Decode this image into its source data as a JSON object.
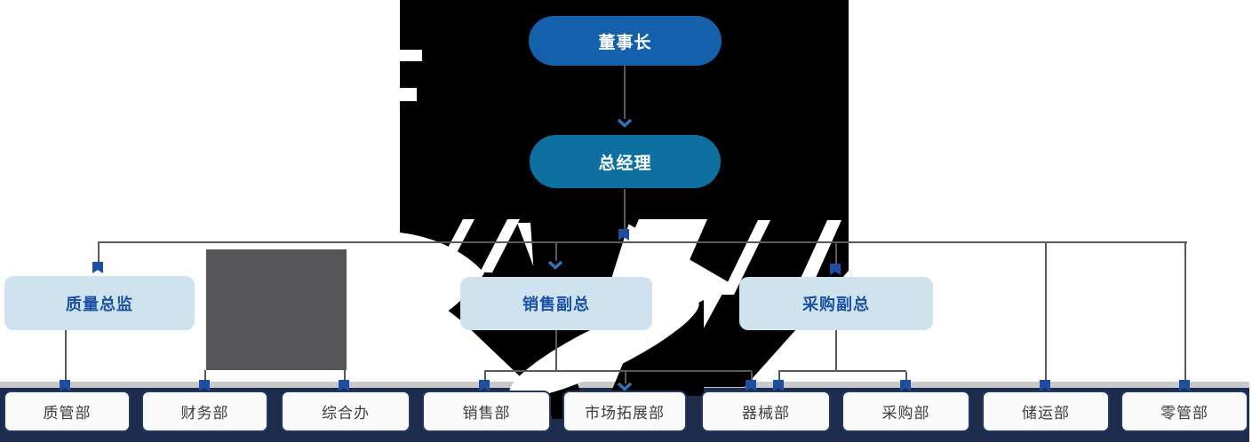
{
  "diagram": {
    "type": "org-chart",
    "nodes": {
      "chairman": {
        "label": "董事长"
      },
      "general_manager": {
        "label": "总经理"
      },
      "managers": [
        {
          "id": "quality_director",
          "label": "质量总监"
        },
        {
          "id": "sales_vp",
          "label": "销售副总"
        },
        {
          "id": "procurement_vp",
          "label": "采购副总"
        }
      ],
      "departments": [
        {
          "id": "quality_dept",
          "label": "质管部"
        },
        {
          "id": "finance_dept",
          "label": "财务部"
        },
        {
          "id": "general_office",
          "label": "综合办"
        },
        {
          "id": "sales_dept",
          "label": "销售部"
        },
        {
          "id": "market_expansion_dept",
          "label": "市场拓展部"
        },
        {
          "id": "equipment_dept",
          "label": "器械部"
        },
        {
          "id": "procurement_dept",
          "label": "采购部"
        },
        {
          "id": "storage_transport_dept",
          "label": "储运部"
        },
        {
          "id": "retail_mgmt_dept",
          "label": "零管部"
        }
      ]
    },
    "edges": [
      {
        "from": "chairman",
        "to": "general_manager"
      },
      {
        "from": "general_manager",
        "to": "quality_director"
      },
      {
        "from": "general_manager",
        "to": "sales_vp"
      },
      {
        "from": "general_manager",
        "to": "procurement_vp"
      },
      {
        "from": "general_manager",
        "to": "storage_transport_dept"
      },
      {
        "from": "general_manager",
        "to": "retail_mgmt_dept"
      },
      {
        "from": "quality_director",
        "to": "quality_dept"
      },
      {
        "from": "quality_director",
        "to": "finance_dept"
      },
      {
        "from": "quality_director",
        "to": "general_office"
      },
      {
        "from": "sales_vp",
        "to": "sales_dept"
      },
      {
        "from": "sales_vp",
        "to": "market_expansion_dept"
      },
      {
        "from": "sales_vp",
        "to": "equipment_dept"
      },
      {
        "from": "procurement_vp",
        "to": "equipment_dept"
      },
      {
        "from": "procurement_vp",
        "to": "procurement_dept"
      }
    ],
    "palette": {
      "chairman_fill": "#1460ab",
      "general_manager_fill": "#0e6fa1",
      "manager_fill": "#cfe3ef",
      "manager_text": "#1b50a3",
      "department_border": "#1f3864",
      "department_text": "#3d3d3d",
      "connector_line": "#595959",
      "connector_marker": "#1d4e9f",
      "arrow_accent": "#2e75b6",
      "bottom_band": "#1d2b4d",
      "gray_strip": "#c9c9c9",
      "watermark_gray": "#555557",
      "watermark_black": "#000000"
    }
  }
}
